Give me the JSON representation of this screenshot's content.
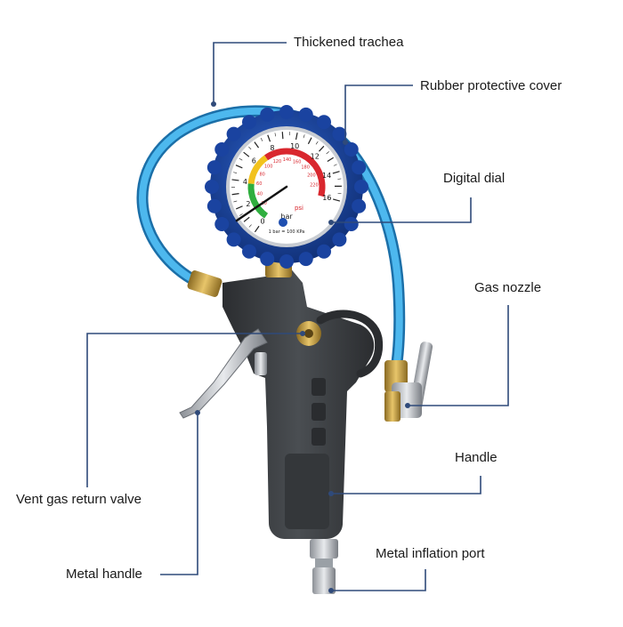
{
  "labels": {
    "thickened_trachea": "Thickened trachea",
    "rubber_protective_cover": "Rubber protective cover",
    "digital_dial": "Digital dial",
    "gas_nozzle": "Gas nozzle",
    "handle": "Handle",
    "vent_gas_return_valve": "Vent gas return valve",
    "metal_handle": "Metal handle",
    "metal_inflation_port": "Metal inflation port"
  },
  "gauge": {
    "unit_bar": "bar",
    "unit_psi": "psi",
    "conversion": "1 bar = 100 KPa",
    "outer_ticks": [
      "0",
      "2",
      "4",
      "6",
      "8",
      "10",
      "12",
      "14",
      "16"
    ],
    "inner_ticks": [
      "20",
      "40",
      "60",
      "80",
      "100",
      "120",
      "140",
      "160",
      "180",
      "200",
      "220"
    ]
  },
  "colors": {
    "leader_line": "#2f4a7a",
    "hose": "#3aa7e0",
    "rubber_cover": "#1f4fb0",
    "gun_body": "#3a3d40",
    "brass": "#c9a24a"
  }
}
